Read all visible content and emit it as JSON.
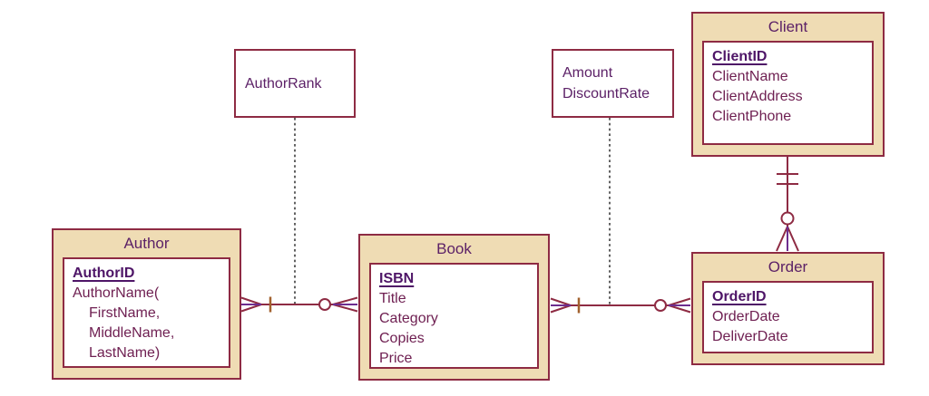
{
  "diagram_type": "entity-relationship-crows-foot",
  "entities": [
    {
      "name": "Author",
      "key": "AuthorID",
      "attributes": [
        "AuthorName(",
        "FirstName,",
        "MiddleName,",
        "LastName)"
      ]
    },
    {
      "name": "Book",
      "key": "ISBN",
      "attributes": [
        "Title",
        "Category",
        "Copies",
        "Price"
      ]
    },
    {
      "name": "Client",
      "key": "ClientID",
      "attributes": [
        "ClientName",
        "ClientAddress",
        "ClientPhone"
      ]
    },
    {
      "name": "Order",
      "key": "OrderID",
      "attributes": [
        "OrderDate",
        "DeliverDate"
      ]
    }
  ],
  "attribute_boxes": [
    {
      "lines": [
        "AuthorRank"
      ]
    },
    {
      "lines": [
        "Amount",
        "DiscountRate"
      ]
    }
  ],
  "relationships": [
    {
      "from": "Author",
      "to": "Book",
      "from_cardinality": "one or many (crow's foot + bar)",
      "to_cardinality": "zero or many (circle + crow's foot)",
      "associated_attribute_box": "AuthorRank"
    },
    {
      "from": "Book",
      "to": "Order",
      "from_cardinality": "one or many (crow's foot + bar)",
      "to_cardinality": "zero or many (circle + crow's foot)",
      "associated_attribute_box": "Amount, DiscountRate"
    },
    {
      "from": "Client",
      "to": "Order",
      "from_cardinality": "one and only one (double bar)",
      "to_cardinality": "zero or many (circle + crow's foot)",
      "associated_attribute_box": ""
    }
  ],
  "colors": {
    "background": "#ffffff",
    "entity_fill": "#efdcb4",
    "border": "#8e2b43",
    "title_text": "#5c2167",
    "key_text": "#4e1567",
    "attribute_text": "#6f2052",
    "relationship_line": "#8e2b43",
    "crow_foot_accent": "#6d2d8f",
    "one_bar_tick": "#a2612e",
    "dashed_connector": "#3b3b3b"
  }
}
